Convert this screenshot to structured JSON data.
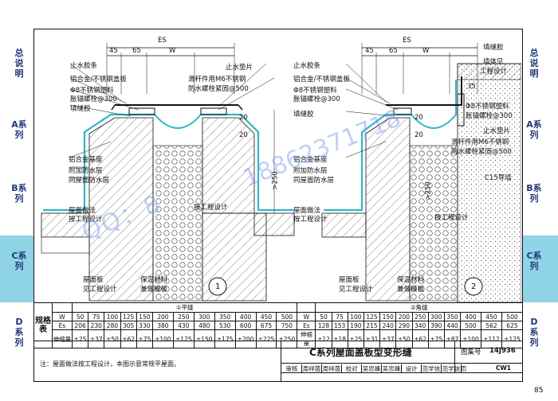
{
  "page_number": "85",
  "side_tabs": [
    {
      "label": "总说明"
    },
    {
      "label": "A系列"
    },
    {
      "label": "B系列"
    },
    {
      "label": "C系列",
      "active": true
    },
    {
      "label": "D系列"
    }
  ],
  "drawing1": {
    "dim_top": "ES",
    "dim_a": "45",
    "dim_b": "65",
    "dim_c": "W",
    "dim_20a": "20",
    "dim_20b": "20",
    "dim_250": ">250",
    "labels_left": [
      "止水胶条",
      "铝合金/不锈钢盖板",
      "Φ8不锈钢塑料",
      "胀锚螺栓@300",
      "填缝胶",
      "铝合金基座",
      "附加防水层",
      "同屋面防水层",
      "屋面做法",
      "按工程设计",
      "屋面板",
      "见工程设计"
    ],
    "labels_right": [
      "止水垫片",
      "滑杆件用M6不锈钢",
      "防水螺栓紧固@500",
      "按工程设计",
      "保温材料",
      "兼做模板"
    ],
    "circle": "1"
  },
  "drawing2": {
    "dim_top": "ES",
    "dim_a": "45",
    "dim_b": "65",
    "dim_c": "W",
    "dim_35": "35",
    "dim_20a": "20",
    "dim_20b": "20",
    "dim_250": ">250",
    "labels_left": [
      "止水胶条",
      "铝合金/不锈钢盖板",
      "Φ8不锈钢塑料",
      "胀锚螺栓@300",
      "填缝胶",
      "铝合金基座",
      "附加防水层",
      "同屋面防水层",
      "屋面做法",
      "按工程设计",
      "屋面板",
      "见工程设计"
    ],
    "labels_right": [
      "填缝胶",
      "墙体见",
      "工程设计",
      "Φ8不锈钢塑料",
      "胀锚螺栓@300",
      "止水垫片",
      "滑杆件用M6不锈钢",
      "防水螺栓紧固@500",
      "C15导墙",
      "按工程设计",
      "保温材料",
      "兼做模板"
    ],
    "circle": "2"
  },
  "spec_table": {
    "row_header": "规格表",
    "group1_title": "①平缝",
    "group2_title": "②角缝",
    "w_label": "W",
    "es_label": "Es",
    "shrink_label": "伸缩量",
    "w1": [
      "50",
      "75",
      "100",
      "125",
      "150",
      "200",
      "250",
      "300",
      "350",
      "400",
      "450",
      "500"
    ],
    "es1": [
      "206",
      "230",
      "280",
      "305",
      "330",
      "380",
      "430",
      "480",
      "530",
      "600",
      "675",
      "750"
    ],
    "s1": [
      "±25",
      "±37",
      "±50",
      "±62",
      "±75",
      "±100",
      "±125",
      "±150",
      "±175",
      "±200",
      "±225",
      "±250"
    ],
    "w2": [
      "50",
      "75",
      "100",
      "125",
      "150",
      "200",
      "250",
      "300",
      "350",
      "400",
      "450",
      "500"
    ],
    "es2": [
      "128",
      "153",
      "190",
      "215",
      "240",
      "290",
      "340",
      "390",
      "440",
      "500",
      "562",
      "625"
    ],
    "s2": [
      "±12",
      "±18",
      "±25",
      "±31",
      "±37",
      "±50",
      "±62",
      "±75",
      "±87",
      "±100",
      "±112",
      "±125"
    ]
  },
  "title_block": {
    "title": "C系列屋面盖板型变形缝",
    "atlas_label": "图集号",
    "atlas_no": "14J936",
    "page_label": "页",
    "page_code": "CW1",
    "row": [
      "审核",
      "周祥茵",
      "周祥茵",
      "校对",
      "吴忠峰",
      "吴忠峰",
      "设计",
      "范学信",
      "范学信"
    ]
  },
  "note": "注：屋面做法按工程设计，本图示意常规平屋面。",
  "watermark": "18862371718",
  "watermark2": "QQ：8"
}
